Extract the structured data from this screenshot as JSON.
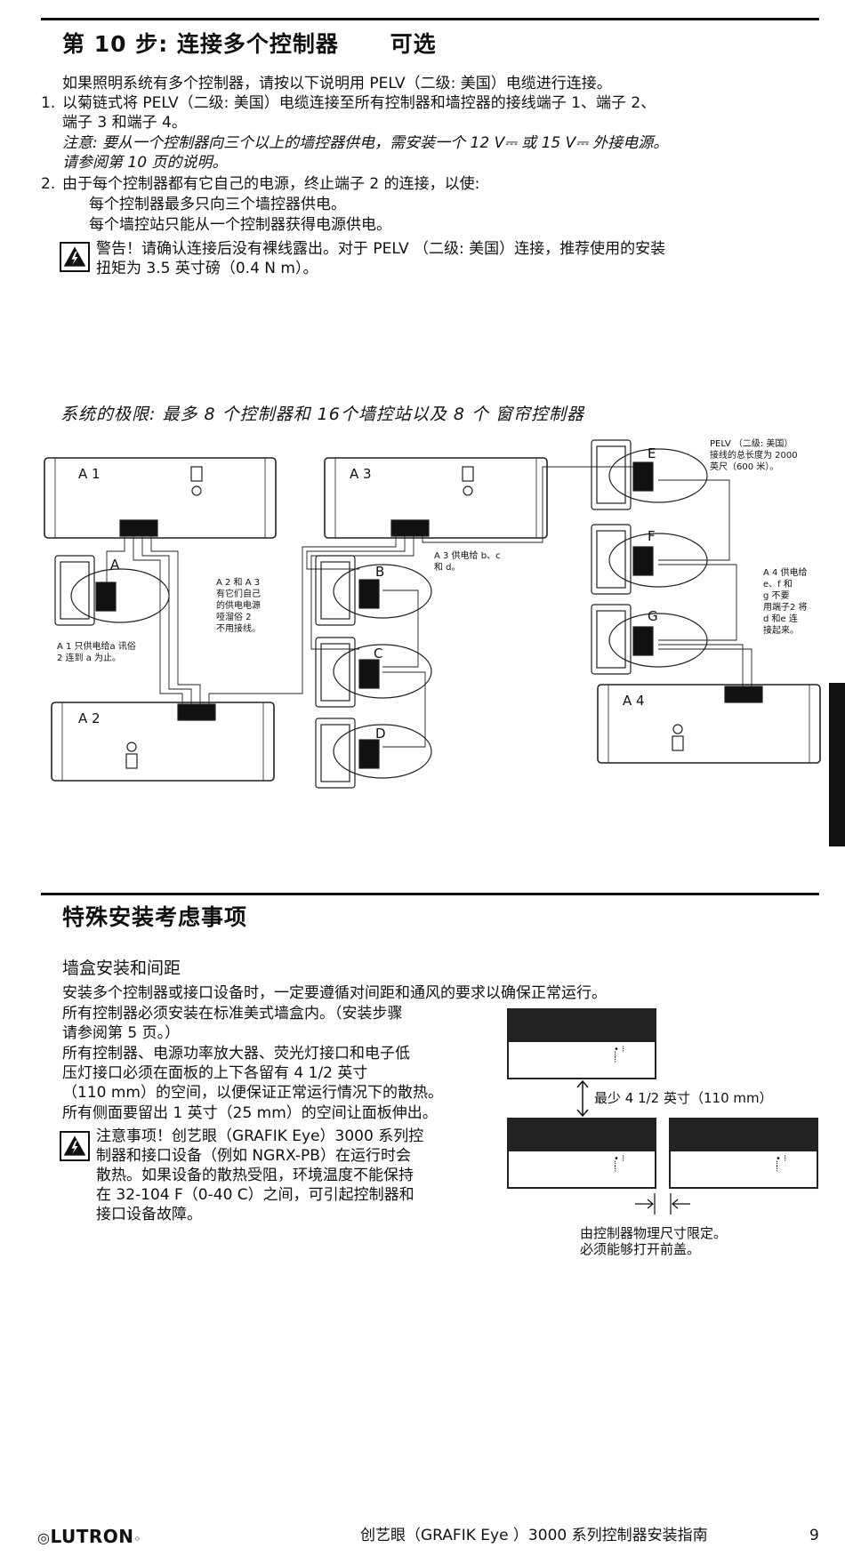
{
  "step": {
    "title": "第 10 步: 连接多个控制器",
    "optional": "可选",
    "intro": "如果照明系统有多个控制器，请按以下说明用 PELV（二级: 美国）电缆进行连接。",
    "item1_num": "1.",
    "item1_line1": "以菊链式将 PELV（二级: 美国）电缆连接至所有控制器和墙控器的接线端子 1、端子 2、",
    "item1_line2": "端子 3 和端子 4。",
    "note_line1": "注意: 要从一个控制器向三个以上的墙控器供电，需安装一个 12 V⎓ 或 15 V⎓ 外接电源。",
    "note_line2": "请参阅第 10 页的说明。",
    "item2_num": "2.",
    "item2_line1": "由于每个控制器都有它自己的电源，终止端子 2 的连接，以使:",
    "item2_sub1": "每个控制器最多只向三个墙控器供电。",
    "item2_sub2": "每个墙控站只能从一个控制器获得电源供电。",
    "warning_line1": "警告！请确认连接后没有裸线露出。对于 PELV （二级: 美国）连接，推荐使用的安装",
    "warning_line2": "扭矩为 3.5 英寸磅（0.4 N m）。"
  },
  "diagram": {
    "caption": "系统的极限: 最多 8 个控制器和 16个墙控站以及 8 个 窗帘控制器",
    "controllers": [
      "A 1",
      "A 3",
      "A 2",
      "A 4"
    ],
    "wallstations": [
      "A",
      "B",
      "C",
      "D",
      "E",
      "F",
      "G"
    ],
    "note_a1": [
      "A 1 只供电给a 讯俗",
      "2 连到 a 为止。"
    ],
    "note_a2a3": [
      "A 2 和 A 3",
      "有它们自己",
      "的供电电源",
      "哑溜俗  2",
      "不用接线。"
    ],
    "note_a3": [
      "A 3 供电给 b、c",
      "和 d。"
    ],
    "note_pelv": [
      "PELV （二级: 美国）",
      "接线的总长度为 2000",
      "英尺（600 米）。"
    ],
    "note_a4": [
      "A 4 供电给",
      "e、f 和",
      "g  不要",
      "用端子2 将",
      "d 和e 连",
      "接起来。"
    ]
  },
  "special": {
    "title": "特殊安装考虑事项",
    "subtitle": "墙盒安装和间距",
    "line1": "安装多个控制器或接口设备时，一定要遵循对间距和通风的要求以确保正常运行。",
    "line2": "所有控制器必须安装在标准美式墙盒内。（安装步骤",
    "line3": "请参阅第 5 页。）",
    "line4": "所有控制器、电源功率放大器、荧光灯接口和电子低",
    "line5": "压灯接口必须在面板的上下各留有 4 1/2 英寸",
    "line6": "（110 mm）的空间，以便保证正常运行情况下的散热。",
    "line7": "所有侧面要留出 1 英寸（25 mm）的空间让面板伸出。",
    "caution_line1": "注意事项！创艺眼（GRAFIK Eye）3000 系列控",
    "caution_line2": "制器和接口设备（例如 NGRX-PB）在运行时会",
    "caution_line3": "散热。如果设备的散热受阻，环境温度不能保持",
    "caution_line4": "在 32-104  F（0-40  C）之间，可引起控制器和",
    "caution_line5": "接口设备故障。",
    "spacing_label": "最少 4 1/2 英寸（110 mm）",
    "side_caption1": "由控制器物理尺寸限定。",
    "side_caption2": "必须能够打开前盖。"
  },
  "footer": {
    "logo": "LUTRON",
    "doc_title": "创艺眼（GRAFIK Eye ）3000 系列控制器安装指南",
    "page": "9"
  }
}
